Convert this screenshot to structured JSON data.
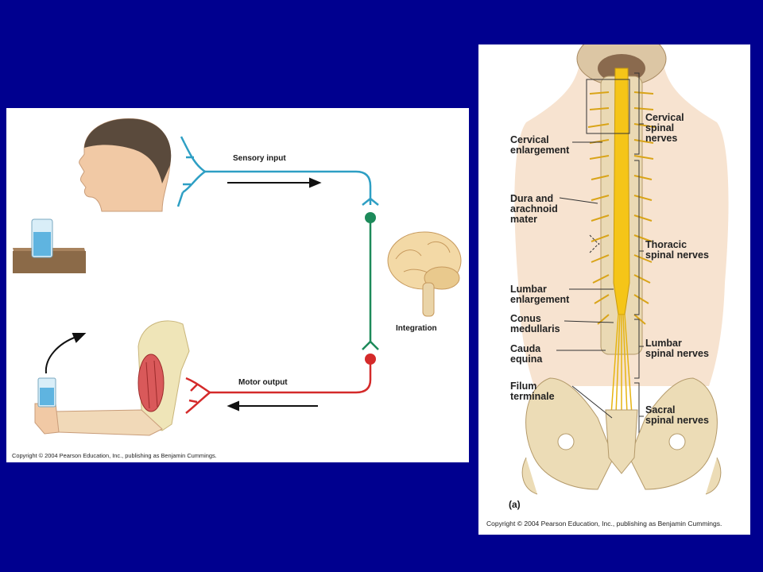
{
  "left_figure": {
    "sensory_label": "Sensory input",
    "integration_label": "Integration",
    "motor_label": "Motor output",
    "copyright": "Copyright © 2004 Pearson Education, Inc., publishing as Benjamin Cummings."
  },
  "right_figure": {
    "labels": {
      "cervical_enlargement": "Cervical\nenlargement",
      "dura_arachnoid": "Dura and\narachnoid\nmater",
      "lumbar_enlargement": "Lumbar\nenlargement",
      "conus_medullaris": "Conus\nmedullaris",
      "cauda_equina": "Cauda\nequina",
      "filum_terminale": "Filum\nterminale",
      "cervical_spinal_nerves": "Cervical\nspinal\nnerves",
      "thoracic_spinal_nerves": "Thoracic\nspinal nerves",
      "lumbar_spinal_nerves": "Lumbar\nspinal nerves",
      "sacral_spinal_nerves": "Sacral\nspinal nerves"
    },
    "panel_label": "(a)",
    "copyright": "Copyright © 2004 Pearson Education, Inc., publishing as Benjamin Cummings."
  },
  "colors": {
    "background": "#00008f",
    "sensory_pathway": "#2e9fc4",
    "integration_pathway": "#1d8a5a",
    "motor_pathway": "#d42a2a",
    "spinal_cord": "#f5c518"
  }
}
